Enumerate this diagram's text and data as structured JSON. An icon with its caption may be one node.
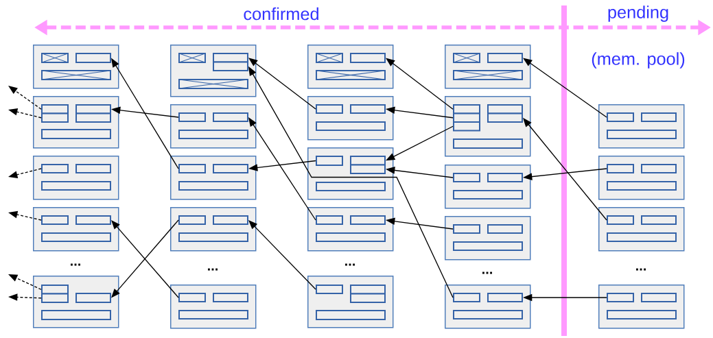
{
  "diagram": {
    "nodes": [
      {
        "text": [],
        "shape": "box"
      },
      {
        "text": [],
        "shape": "box",
        "in": 0
      },
      {
        "text": [],
        "shape": "box",
        "in": 0
      },
      {
        "text": [],
        "shape": "box",
        "in": 0
      },
      {
        "text": [],
        "shape": "box"
      },
      {
        "text": [],
        "shape": "box",
        "in": 4
      },
      {
        "text": [],
        "shape": "box",
        "in": 4
      },
      {
        "text": [],
        "shape": "box",
        "in": 4
      },
      {
        "text": [],
        "shape": "box",
        "in": 4
      },
      {
        "text": [],
        "shape": "box",
        "in": 4
      },
      {
        "text": [],
        "shape": "box"
      },
      {
        "text": [],
        "shape": "box",
        "in": 10
      },
      {
        "text": [],
        "shape": "box",
        "in": 10
      },
      {
        "text": [],
        "shape": "box",
        "in": 10
      },
      {
        "text": [],
        "shape": "box"
      },
      {
        "text": [],
        "shape": "box",
        "in": 14
      },
      {
        "text": [],
        "shape": "box",
        "in": 14
      },
      {
        "text": [],
        "shape": "box",
        "in": 14
      },
      {
        "text": [],
        "shape": "box"
      },
      {
        "text": [],
        "shape": "box",
        "in": 18
      },
      {
        "text": [],
        "shape": "box",
        "in": 18
      },
      {
        "text": [],
        "shape": "box",
        "in": 18
      },
      {
        "text": [],
        "shape": "box",
        "in": 18
      },
      {
        "text": [],
        "shape": "box"
      },
      {
        "text": [],
        "shape": "box",
        "in": 23
      },
      {
        "text": [],
        "shape": "box",
        "in": 23
      },
      {
        "text": [],
        "shape": "box",
        "in": 23
      },
      {
        "text": [],
        "shape": "box",
        "in": 23
      },
      {
        "text": [],
        "shape": "box"
      },
      {
        "text": [],
        "shape": "box",
        "in": 28
      },
      {
        "text": [],
        "shape": "box",
        "in": 28
      },
      {
        "text": [],
        "shape": "box",
        "in": 28
      },
      {
        "text": [],
        "shape": "box"
      },
      {
        "text": [],
        "shape": "box",
        "in": 32
      },
      {
        "text": [],
        "shape": "box",
        "in": 32
      },
      {
        "text": [],
        "shape": "box",
        "in": 32
      },
      {
        "text": [],
        "shape": "box"
      },
      {
        "text": [],
        "shape": "box",
        "in": 36
      },
      {
        "text": [],
        "shape": "box",
        "in": 36
      },
      {
        "text": [],
        "shape": "box",
        "in": 36
      },
      {
        "text": [],
        "shape": "box"
      },
      {
        "text": [],
        "shape": "box",
        "in": 40
      },
      {
        "text": [],
        "shape": "box",
        "in": 40
      },
      {
        "text": [],
        "shape": "box",
        "in": 40
      },
      {
        "text": [],
        "shape": "box"
      },
      {
        "text": [],
        "shape": "box",
        "in": 44
      },
      {
        "text": [],
        "shape": "box",
        "in": 44
      },
      {
        "text": [],
        "shape": "box",
        "in": 44
      },
      {
        "text": [],
        "shape": "box"
      },
      {
        "text": [],
        "shape": "box",
        "in": 48
      },
      {
        "text": [],
        "shape": "box",
        "in": 48
      },
      {
        "text": [],
        "shape": "box",
        "in": 48
      },
      {
        "text": [],
        "shape": "box"
      },
      {
        "text": [],
        "shape": "box",
        "in": 52
      },
      {
        "text": [],
        "shape": "box",
        "in": 52
      },
      {
        "text": [],
        "shape": "box",
        "in": 52
      },
      {
        "text": [],
        "shape": "box",
        "in": 52
      },
      {
        "text": [],
        "shape": "box"
      },
      {
        "text": [],
        "shape": "box",
        "in": 57
      },
      {
        "text": [],
        "shape": "box",
        "in": 57
      },
      {
        "text": [],
        "shape": "box",
        "in": 57
      },
      {
        "text": [],
        "shape": "box"
      },
      {
        "text": [],
        "shape": "box",
        "in": 61
      },
      {
        "text": [],
        "shape": "box",
        "in": 61
      },
      {
        "text": [],
        "shape": "box",
        "in": 61
      },
      {
        "text": [],
        "shape": "box",
        "in": 61
      },
      {
        "text": [],
        "shape": "box"
      },
      {
        "text": [],
        "shape": "box",
        "in": 66
      },
      {
        "text": [],
        "shape": "box",
        "in": 66
      },
      {
        "text": [],
        "shape": "box",
        "in": 66
      },
      {
        "text": [],
        "shape": "box"
      },
      {
        "text": [],
        "shape": "box",
        "in": 70
      },
      {
        "text": [],
        "shape": "box",
        "in": 70
      },
      {
        "text": [],
        "shape": "box",
        "in": 70
      },
      {
        "text": [],
        "shape": "box",
        "in": 70
      },
      {
        "text": [],
        "shape": "box",
        "in": 70
      },
      {
        "text": [],
        "shape": "box",
        "in": 70
      },
      {
        "text": [],
        "shape": "box"
      },
      {
        "text": [],
        "shape": "box",
        "in": 77
      },
      {
        "text": [],
        "shape": "box",
        "in": 77
      },
      {
        "text": [],
        "shape": "box",
        "in": 77
      },
      {
        "text": [],
        "shape": "box"
      },
      {
        "text": [],
        "shape": "box",
        "in": 81
      },
      {
        "text": [],
        "shape": "box",
        "in": 81
      },
      {
        "text": [],
        "shape": "box",
        "in": 81
      },
      {
        "text": [],
        "shape": "box"
      },
      {
        "text": [],
        "shape": "box",
        "in": 85
      },
      {
        "text": [],
        "shape": "box",
        "in": 85
      },
      {
        "text": [],
        "shape": "box",
        "in": 85
      },
      {
        "text": [],
        "shape": "box"
      },
      {
        "text": [],
        "shape": "box",
        "in": 89
      },
      {
        "text": [],
        "shape": "box",
        "in": 89
      },
      {
        "text": [],
        "shape": "box",
        "in": 89
      },
      {
        "text": [],
        "shape": "box"
      },
      {
        "text": [],
        "shape": "box",
        "in": 93
      },
      {
        "text": [],
        "shape": "box",
        "in": 93
      },
      {
        "text": [],
        "shape": "box",
        "in": 93
      },
      {
        "text": [],
        "shape": "box"
      },
      {
        "text": [],
        "shape": "box",
        "in": 97
      },
      {
        "text": [],
        "shape": "box",
        "in": 97
      },
      {
        "text": [],
        "shape": "box",
        "in": 97
      },
      {
        "text": [],
        "shape": "box"
      },
      {
        "text": [],
        "shape": "box",
        "in": 101
      },
      {
        "text": [],
        "shape": "box",
        "in": 101
      },
      {
        "text": [],
        "shape": "box",
        "in": 101
      }
    ],
    "edges": [
      {
        "from": 33,
        "to": 2,
        "arrow": "to"
      },
      {
        "from": 29,
        "to": 7,
        "arrow": "to"
      },
      {
        "from": 37,
        "to": 21,
        "arrow": "to"
      },
      {
        "from": 41,
        "to": 16,
        "arrow": "to"
      },
      {
        "from": 49,
        "to": 25,
        "arrow": "to"
      },
      {
        "from": 86,
        "to": 26,
        "arrow": "to"
      },
      {
        "from": 58,
        "to": 30,
        "arrow": "to"
      },
      {
        "from": 53,
        "to": 34,
        "arrow": "to"
      },
      {
        "from": 62,
        "to": 38,
        "arrow": "to"
      },
      {
        "from": 71,
        "to": 46,
        "arrow": "to"
      },
      {
        "from": 72,
        "to": 50,
        "arrow": "to"
      },
      {
        "from": 73,
        "to": 54,
        "arrow": "to"
      },
      {
        "from": 78,
        "to": 55,
        "arrow": "to"
      },
      {
        "from": 82,
        "to": 59,
        "arrow": "to"
      },
      {
        "from": 90,
        "to": 68,
        "arrow": "to"
      },
      {
        "from": 98,
        "to": 75,
        "arrow": "to"
      },
      {
        "from": 94,
        "to": 79,
        "arrow": "to"
      },
      {
        "from": 102,
        "to": 87,
        "arrow": "to"
      },
      {
        "from": 5,
        "to": null,
        "arrow": "to",
        "style": "dashed"
      },
      {
        "from": 6,
        "to": null,
        "arrow": "to",
        "style": "dashed"
      },
      {
        "from": 11,
        "to": null,
        "arrow": "to",
        "style": "dashed"
      },
      {
        "from": 15,
        "to": null,
        "arrow": "to",
        "style": "dashed"
      },
      {
        "from": 19,
        "to": null,
        "arrow": "to",
        "style": "dashed"
      },
      {
        "from": 20,
        "to": null,
        "arrow": "to",
        "style": "dashed"
      }
    ],
    "labels": [
      "confirmed",
      "pending",
      "(mem. pool)",
      "...",
      "...",
      "...",
      "...",
      "..."
    ]
  }
}
